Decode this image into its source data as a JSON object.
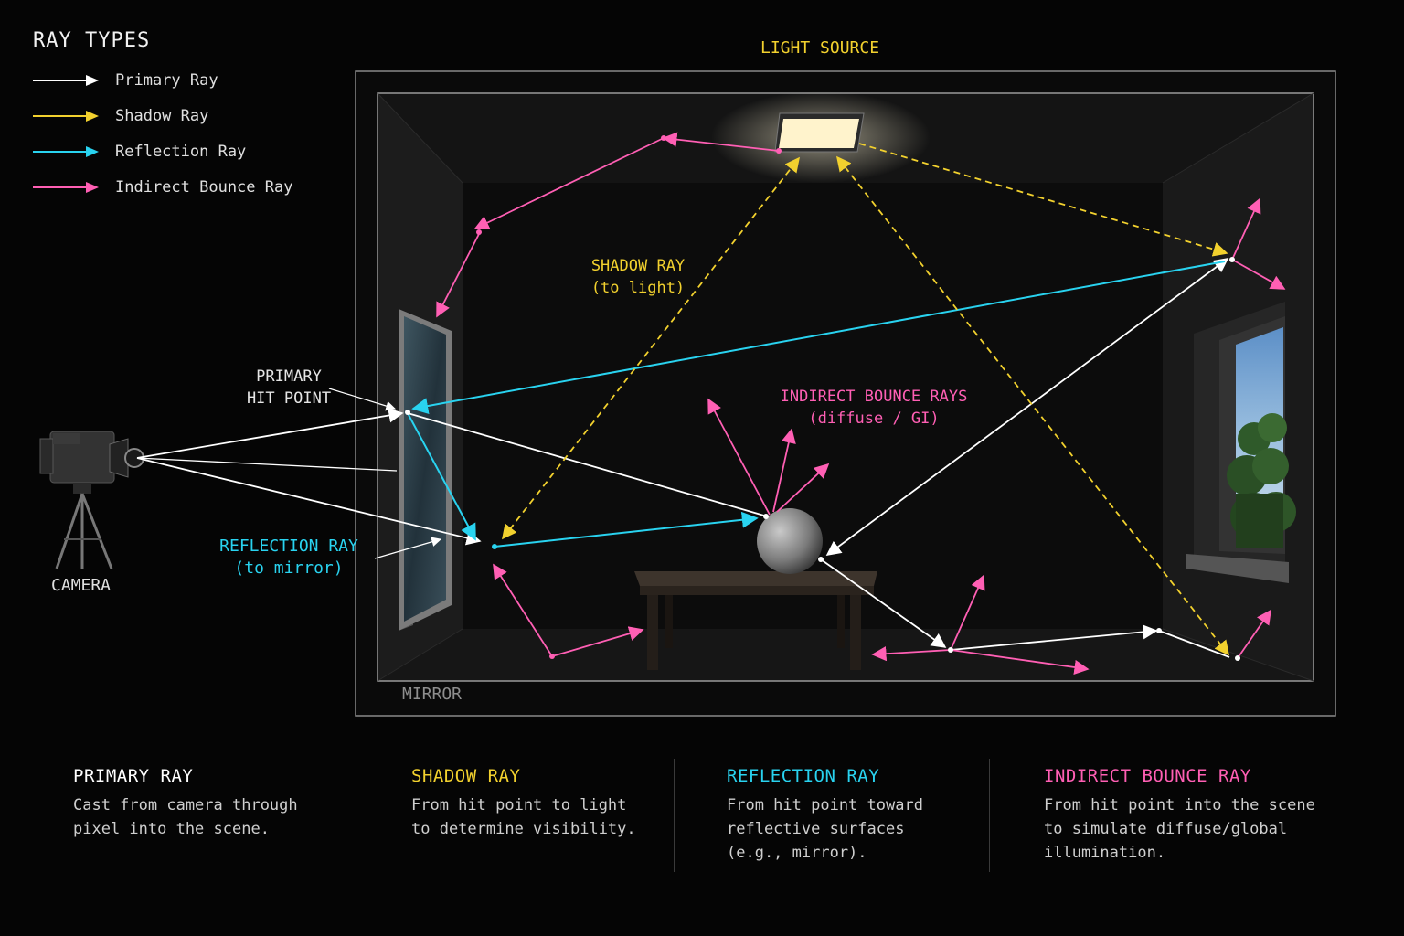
{
  "legend": {
    "title": "RAY TYPES",
    "items": [
      {
        "label": "Primary Ray",
        "color": "#ffffff"
      },
      {
        "label": "Shadow Ray",
        "color": "#f2d12e"
      },
      {
        "label": "Reflection Ray",
        "color": "#29d3f0"
      },
      {
        "label": "Indirect Bounce Ray",
        "color": "#ff5fb4"
      }
    ]
  },
  "labels": {
    "light_source": "LIGHT SOURCE",
    "camera": "CAMERA",
    "mirror": "MIRROR",
    "primary_hit_line1": "PRIMARY",
    "primary_hit_line2": "HIT POINT",
    "reflection_line1": "REFLECTION RAY",
    "reflection_line2": "(to mirror)",
    "shadow_line1": "SHADOW RAY",
    "shadow_line2": "(to light)",
    "indirect_line1": "INDIRECT BOUNCE RAYS",
    "indirect_line2": "(diffuse / GI)"
  },
  "cards": [
    {
      "title": "PRIMARY RAY",
      "text": "Cast from camera through\npixel into the scene.",
      "color": "#ffffff"
    },
    {
      "title": "SHADOW RAY",
      "text": "From hit point to light\nto determine visibility.",
      "color": "#f2d12e"
    },
    {
      "title": "REFLECTION RAY",
      "text": "From hit point toward\nreflective surfaces\n(e.g., mirror).",
      "color": "#29d3f0"
    },
    {
      "title": "INDIRECT BOUNCE RAY",
      "text": "From hit point into the scene\nto simulate diffuse/global\nillumination.",
      "color": "#ff5fb4"
    }
  ]
}
